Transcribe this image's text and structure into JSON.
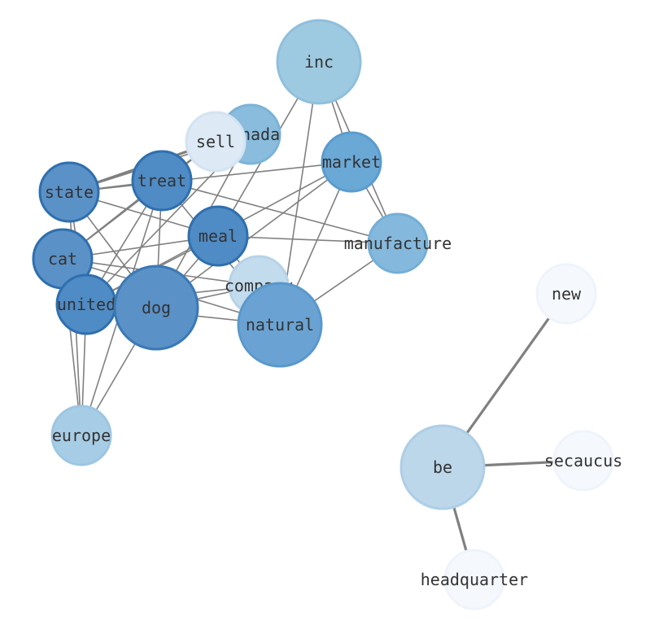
{
  "graph": {
    "nodes": [
      {
        "id": "inc",
        "label": "inc",
        "fill": "#9ecae1",
        "stroke": "#8fbfdc"
      },
      {
        "id": "canada",
        "label": "canada",
        "fill": "#89bcdd",
        "stroke": "#7bb3d8"
      },
      {
        "id": "sell",
        "label": "sell",
        "fill": "#dde9f5",
        "stroke": "#d3e3f1"
      },
      {
        "id": "market",
        "label": "market",
        "fill": "#6aa8d6",
        "stroke": "#5a9ccf"
      },
      {
        "id": "treat",
        "label": "treat",
        "fill": "#4f8bc4",
        "stroke": "#2f6faf"
      },
      {
        "id": "state",
        "label": "state",
        "fill": "#5a91c7",
        "stroke": "#2f6faf"
      },
      {
        "id": "meal",
        "label": "meal",
        "fill": "#4f8bc4",
        "stroke": "#2f6faf"
      },
      {
        "id": "manufacture",
        "label": "manufacture",
        "fill": "#84b9dd",
        "stroke": "#74afd7"
      },
      {
        "id": "cat",
        "label": "cat",
        "fill": "#5a91c7",
        "stroke": "#2f6faf"
      },
      {
        "id": "company",
        "label": "company",
        "fill": "#c2dbed",
        "stroke": "#b6d3e8"
      },
      {
        "id": "united",
        "label": "united",
        "fill": "#4f8bc4",
        "stroke": "#2f6faf"
      },
      {
        "id": "dog",
        "label": "dog",
        "fill": "#5a91c7",
        "stroke": "#3a79b6"
      },
      {
        "id": "natural",
        "label": "natural",
        "fill": "#6aa3d3",
        "stroke": "#5a98cc"
      },
      {
        "id": "europe",
        "label": "europe",
        "fill": "#a7cde6",
        "stroke": "#9cc6e2"
      },
      {
        "id": "new",
        "label": "new",
        "fill": "#f5f9fe",
        "stroke": "#eef4fb"
      },
      {
        "id": "be",
        "label": "be",
        "fill": "#bcd7ea",
        "stroke": "#aecee6"
      },
      {
        "id": "secaucus",
        "label": "secaucus",
        "fill": "#f5f9fe",
        "stroke": "#eef4fb"
      },
      {
        "id": "headquarter",
        "label": "headquarter",
        "fill": "#f5f9fe",
        "stroke": "#eef4fb"
      }
    ],
    "edges": [
      {
        "source": "inc",
        "target": "meal",
        "weight": 1
      },
      {
        "source": "inc",
        "target": "manufacture",
        "weight": 1
      },
      {
        "source": "inc",
        "target": "natural",
        "weight": 1
      },
      {
        "source": "inc",
        "target": "market",
        "weight": 1
      },
      {
        "source": "canada",
        "target": "state",
        "weight": 1
      },
      {
        "source": "canada",
        "target": "united",
        "weight": 1
      },
      {
        "source": "canada",
        "target": "dog",
        "weight": 1
      },
      {
        "source": "sell",
        "target": "state",
        "weight": 2
      },
      {
        "source": "sell",
        "target": "cat",
        "weight": 1
      },
      {
        "source": "sell",
        "target": "treat",
        "weight": 1
      },
      {
        "source": "market",
        "target": "state",
        "weight": 1
      },
      {
        "source": "market",
        "target": "manufacture",
        "weight": 1
      },
      {
        "source": "market",
        "target": "natural",
        "weight": 1
      },
      {
        "source": "market",
        "target": "united",
        "weight": 1
      },
      {
        "source": "market",
        "target": "dog",
        "weight": 1
      },
      {
        "source": "treat",
        "target": "state",
        "weight": 1
      },
      {
        "source": "treat",
        "target": "manufacture",
        "weight": 1
      },
      {
        "source": "treat",
        "target": "cat",
        "weight": 1
      },
      {
        "source": "treat",
        "target": "united",
        "weight": 1
      },
      {
        "source": "treat",
        "target": "dog",
        "weight": 1
      },
      {
        "source": "treat",
        "target": "natural",
        "weight": 1
      },
      {
        "source": "treat",
        "target": "europe",
        "weight": 1
      },
      {
        "source": "state",
        "target": "meal",
        "weight": 1
      },
      {
        "source": "state",
        "target": "dog",
        "weight": 1
      },
      {
        "source": "state",
        "target": "united",
        "weight": 1
      },
      {
        "source": "state",
        "target": "europe",
        "weight": 1
      },
      {
        "source": "meal",
        "target": "cat",
        "weight": 1
      },
      {
        "source": "meal",
        "target": "manufacture",
        "weight": 1
      },
      {
        "source": "meal",
        "target": "company",
        "weight": 1
      },
      {
        "source": "meal",
        "target": "dog",
        "weight": 1
      },
      {
        "source": "meal",
        "target": "united",
        "weight": 1
      },
      {
        "source": "cat",
        "target": "company",
        "weight": 1
      },
      {
        "source": "cat",
        "target": "natural",
        "weight": 1
      },
      {
        "source": "cat",
        "target": "europe",
        "weight": 1
      },
      {
        "source": "united",
        "target": "company",
        "weight": 1
      },
      {
        "source": "united",
        "target": "natural",
        "weight": 1
      },
      {
        "source": "united",
        "target": "europe",
        "weight": 1
      },
      {
        "source": "dog",
        "target": "company",
        "weight": 1
      },
      {
        "source": "dog",
        "target": "europe",
        "weight": 1
      },
      {
        "source": "natural",
        "target": "manufacture",
        "weight": 1
      },
      {
        "source": "be",
        "target": "new",
        "weight": 2
      },
      {
        "source": "be",
        "target": "secaucus",
        "weight": 2
      },
      {
        "source": "be",
        "target": "headquarter",
        "weight": 2
      }
    ]
  }
}
